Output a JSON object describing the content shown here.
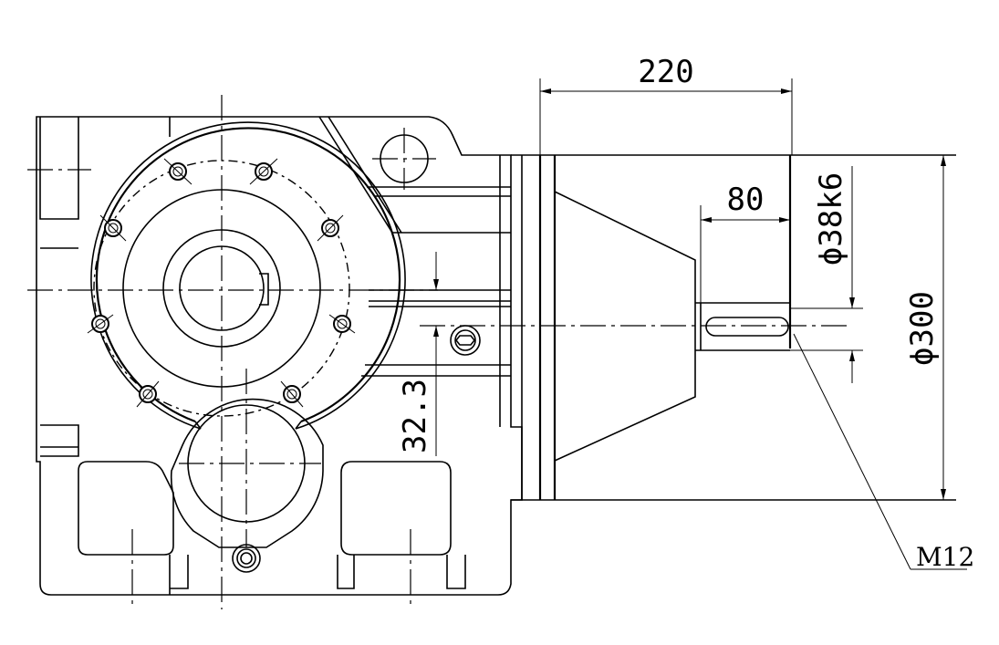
{
  "dimensions": {
    "length_220": "220",
    "length_80": "80",
    "shaft_diameter": "ϕ38k6",
    "flange_diameter": "ϕ300",
    "offset_32_3": "32.3"
  },
  "labels": {
    "thread": "M12"
  }
}
